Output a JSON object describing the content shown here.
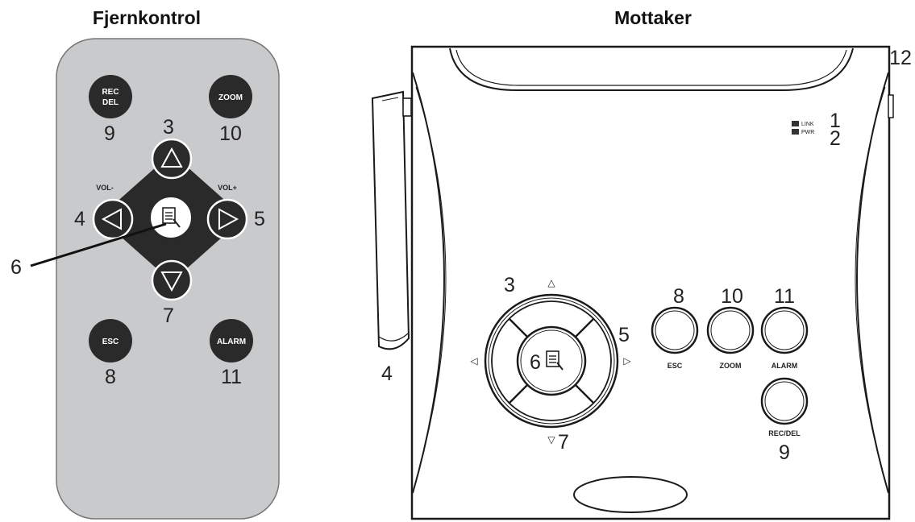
{
  "titles": {
    "remote": "Fjernkontrol",
    "receiver": "Mottaker"
  },
  "remote": {
    "buttons": {
      "rec_del_line1": "REC",
      "rec_del_line2": "DEL",
      "zoom": "ZOOM",
      "esc": "ESC",
      "alarm": "ALARM"
    },
    "vol_minus": "VOL-",
    "vol_plus": "VOL+",
    "numbers": {
      "rec_del": "9",
      "zoom": "10",
      "up": "3",
      "left": "4",
      "right": "5",
      "menu": "6",
      "down": "7",
      "esc": "8",
      "alarm": "11"
    }
  },
  "receiver": {
    "indicators": {
      "link": "LINK",
      "pwr": "PWR"
    },
    "button_labels": {
      "esc": "ESC",
      "zoom": "ZOOM",
      "alarm": "ALARM",
      "rec_del": "REC/DEL"
    },
    "numbers": {
      "link": "1",
      "pwr": "2",
      "up": "3",
      "antenna": "4",
      "right": "5",
      "menu": "6",
      "down": "7",
      "esc": "8",
      "rec_del": "9",
      "zoom": "10",
      "alarm": "11",
      "side": "12"
    }
  },
  "colors": {
    "remote_body": "#c9cacc",
    "button_dark": "#2a2a2a",
    "outline": "#1a1a1a"
  }
}
